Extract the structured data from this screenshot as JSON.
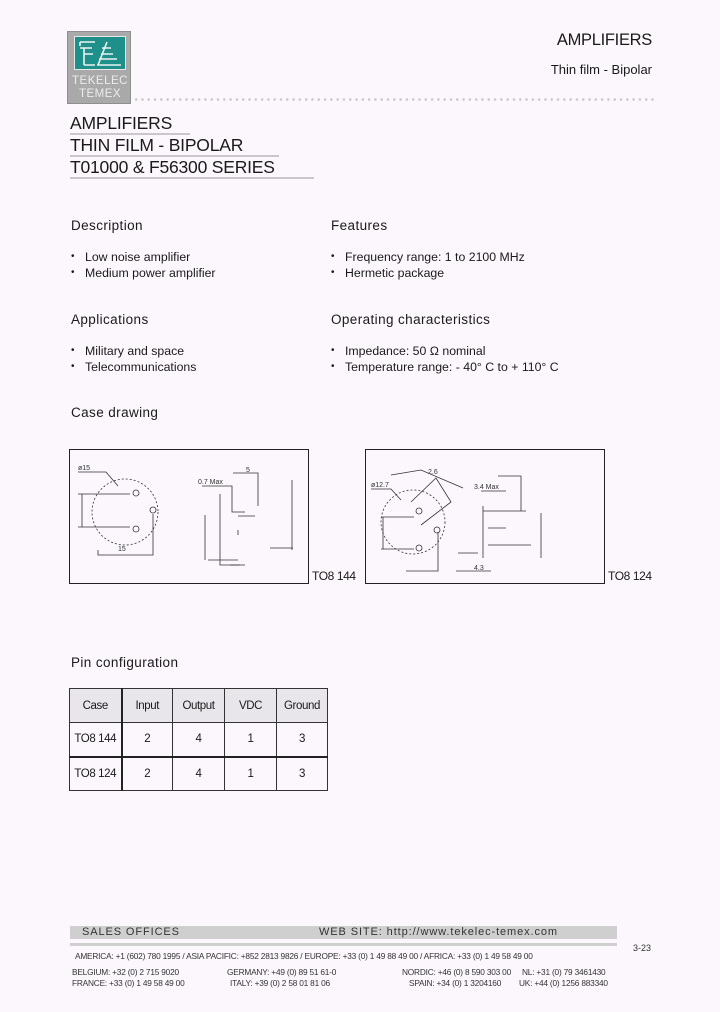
{
  "header": {
    "logo": {
      "line1": "TEKELEC",
      "line2": "TEMEX",
      "teal": "#1f8f8a",
      "grey": "#a9a9a9"
    },
    "category": "AMPLIFIERS",
    "subcategory": "Thin film - Bipolar"
  },
  "title": {
    "line1": "AMPLIFIERS",
    "line2": "THIN FILM - BIPOLAR",
    "line3": "T01000 & F56300 SERIES"
  },
  "sections": {
    "description": {
      "heading": "Description",
      "items": [
        "Low noise amplifier",
        "Medium power amplifier"
      ]
    },
    "features": {
      "heading": "Features",
      "items": [
        "Frequency range: 1 to 2100 MHz",
        "Hermetic package"
      ]
    },
    "applications": {
      "heading": "Applications",
      "items": [
        "Military and space",
        "Telecommunications"
      ]
    },
    "operating": {
      "heading": "Operating characteristics",
      "items": [
        "Impedance: 50 Ω nominal",
        "Temperature range: - 40° C to + 110° C"
      ]
    },
    "case_drawing": {
      "heading": "Case drawing",
      "drawings": [
        {
          "label": "TO8 144"
        },
        {
          "label": "TO8 124"
        }
      ]
    },
    "pin_config": {
      "heading": "Pin configuration",
      "columns": [
        "Case",
        "Input",
        "Output",
        "VDC",
        "Ground"
      ],
      "rows": [
        [
          "TO8 144",
          "2",
          "4",
          "1",
          "3"
        ],
        [
          "TO8 124",
          "2",
          "4",
          "1",
          "3"
        ]
      ]
    }
  },
  "footer": {
    "sales_offices": "SALES OFFICES",
    "web_site": "WEB SITE: http://www.tekelec-temex.com",
    "page": "3-23",
    "regions": "AMERICA: +1 (602) 780 1995   /   ASIA PACIFIC: +852 2813 9826   /   EUROPE: +33 (0) 1 49 88 49 00   /   AFRICA: +33 (0) 1 49 58 49 00",
    "offices": [
      [
        "BELGIUM: +32 (0) 2 715 9020",
        "GERMANY: +49 (0) 89 51 61-0",
        "NORDIC: +46 (0) 8 590 303 00",
        "NL: +31 (0) 79 3461430"
      ],
      [
        "FRANCE: +33 (0) 1 49 58 49 00",
        "ITALY: +39 (0) 2 58 01 81 06",
        "SPAIN: +34 (0) 1 3204160",
        "UK: +44 (0) 1256 883340"
      ]
    ]
  }
}
